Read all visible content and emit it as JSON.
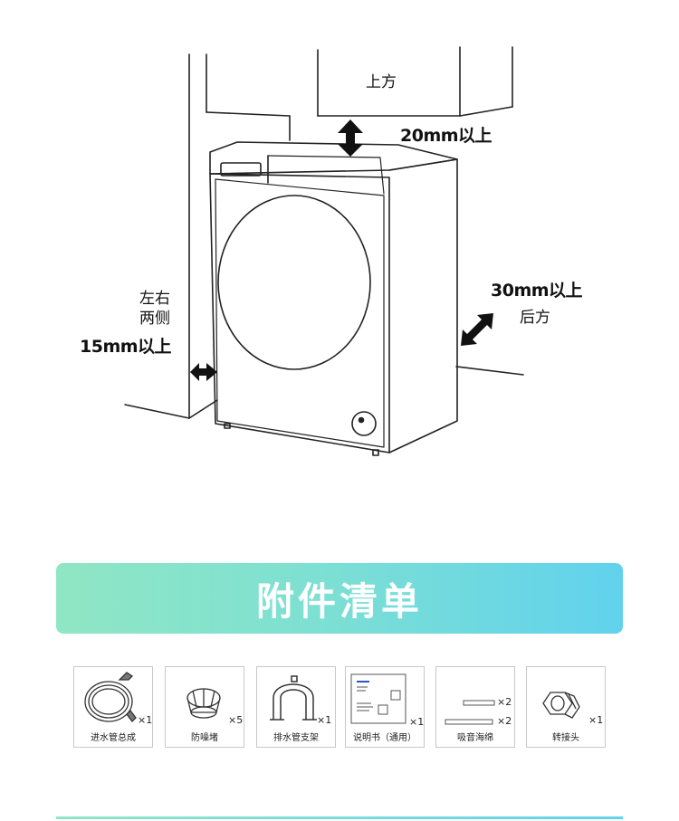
{
  "diagram": {
    "label_top": "上方",
    "label_top_gap": "20mm以上",
    "label_side_line1": "左右",
    "label_side_line2": "两侧",
    "label_side_gap": "15mm以上",
    "label_back_gap": "30mm以上",
    "label_back": "后方"
  },
  "banner": {
    "title": "附件清单"
  },
  "accessories": [
    {
      "name": "进水管总成",
      "qty": "×1",
      "icon": "water-inlet-hose-icon"
    },
    {
      "name": "防噪堵",
      "qty": "×5",
      "icon": "noise-plug-icon"
    },
    {
      "name": "排水管支架",
      "qty": "×1",
      "icon": "drain-hose-bracket-icon"
    },
    {
      "name": "说明书（通用）",
      "qty": "×1",
      "icon": "manual-icon"
    },
    {
      "name": "吸音海绵",
      "qty": "×2",
      "qty2": "×2",
      "icon": "sound-sponge-icon"
    },
    {
      "name": "转接头",
      "qty": "×1",
      "icon": "adapter-icon"
    }
  ],
  "colors": {
    "banner_start": "#8fe6c4",
    "banner_end": "#61d2ee",
    "line": "#222222"
  }
}
